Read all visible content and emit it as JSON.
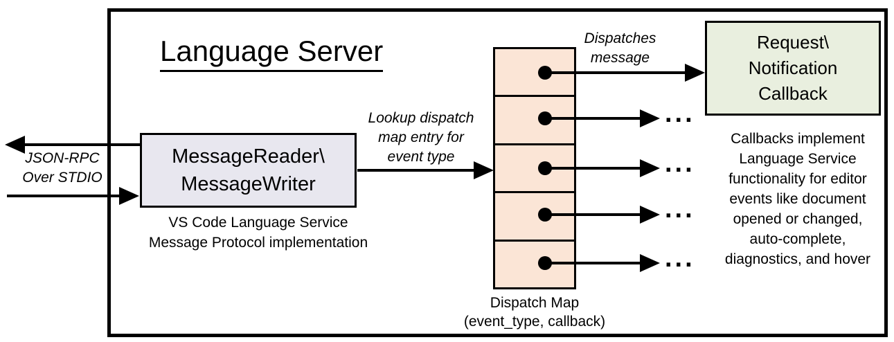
{
  "title": "Language Server",
  "stdio": {
    "label": "JSON-RPC\nOver STDIO"
  },
  "message_box": {
    "label": "MessageReader\\\nMessageWriter",
    "caption": "VS Code Language Service\nMessage Protocol implementation"
  },
  "lookup_label": "Lookup dispatch\nmap entry for\nevent type",
  "dispatches_label": "Dispatches\nmessage",
  "dispatch_map": {
    "caption": "Dispatch Map\n(event_type, callback)"
  },
  "callback_box": {
    "label": "Request\\\nNotification\nCallback"
  },
  "ellipsis": "...",
  "right_note": "Callbacks implement\nLanguage Service\nfunctionality for editor\nevents like document\nopened or changed,\nauto-complete,\ndiagnostics, and hover",
  "colors": {
    "map-fill": "#fbe5d6",
    "callback-fill": "#e9efdf",
    "message-fill": "#e8e7ef",
    "stroke": "#000000"
  }
}
